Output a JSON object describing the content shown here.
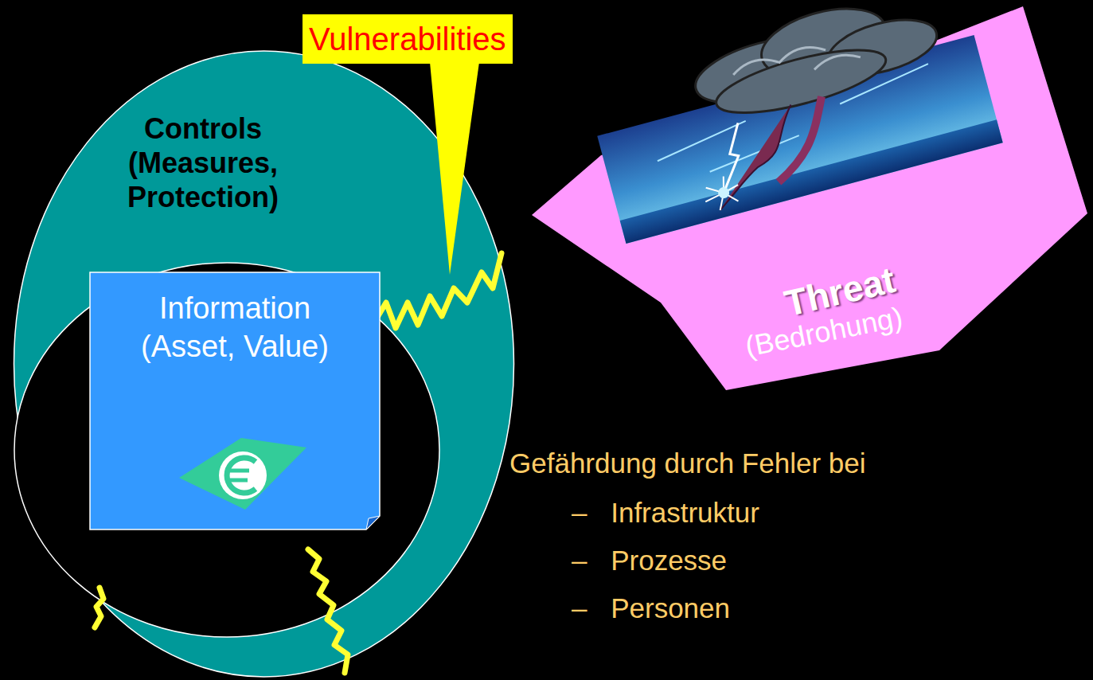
{
  "diagram": {
    "nodes": [
      {
        "text": [
          "Controls (Measures, Protection)"
        ]
      },
      {
        "text": [
          "Information (Asset, Value)"
        ],
        "in": 0
      },
      {
        "text": [
          "Vulnerabilities"
        ]
      },
      {
        "text": [
          "Threat",
          "(Bedrohung)"
        ]
      }
    ],
    "labels": [
      "Gefährdung durch Fehler bei",
      "– Infrastruktur",
      "– Prozesse",
      "– Personen"
    ]
  }
}
